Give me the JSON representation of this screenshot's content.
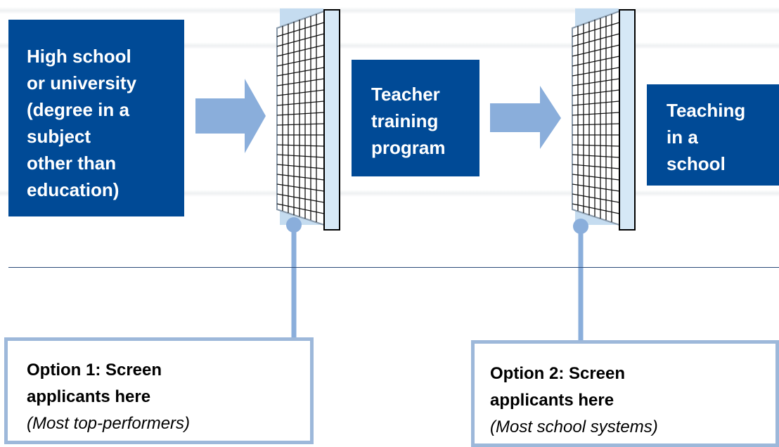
{
  "boxes": {
    "high_school": {
      "lines": [
        "High school",
        "or university",
        "(degree in a",
        "subject",
        "other than",
        "education)"
      ]
    },
    "teacher_training": {
      "lines": [
        "Teacher",
        "training",
        "program"
      ]
    },
    "teaching": {
      "lines": [
        "Teaching",
        "in a",
        "school"
      ]
    }
  },
  "notes": {
    "option1": {
      "line1": "Option 1: Screen",
      "line2": "applicants here",
      "sub": "(Most top-performers)"
    },
    "option2": {
      "line1": "Option 2: Screen",
      "line2": "applicants here",
      "sub": "(Most school systems)"
    }
  },
  "colors": {
    "box_fill": "#004a96",
    "arrow_fill": "#8aaedb",
    "screen_panel": "#c5dcf0",
    "connector": "#8aaedb",
    "note_border": "#9db8da"
  },
  "icons": [
    "arrow-right-icon",
    "screen-filter-icon",
    "connector-dot-icon"
  ]
}
